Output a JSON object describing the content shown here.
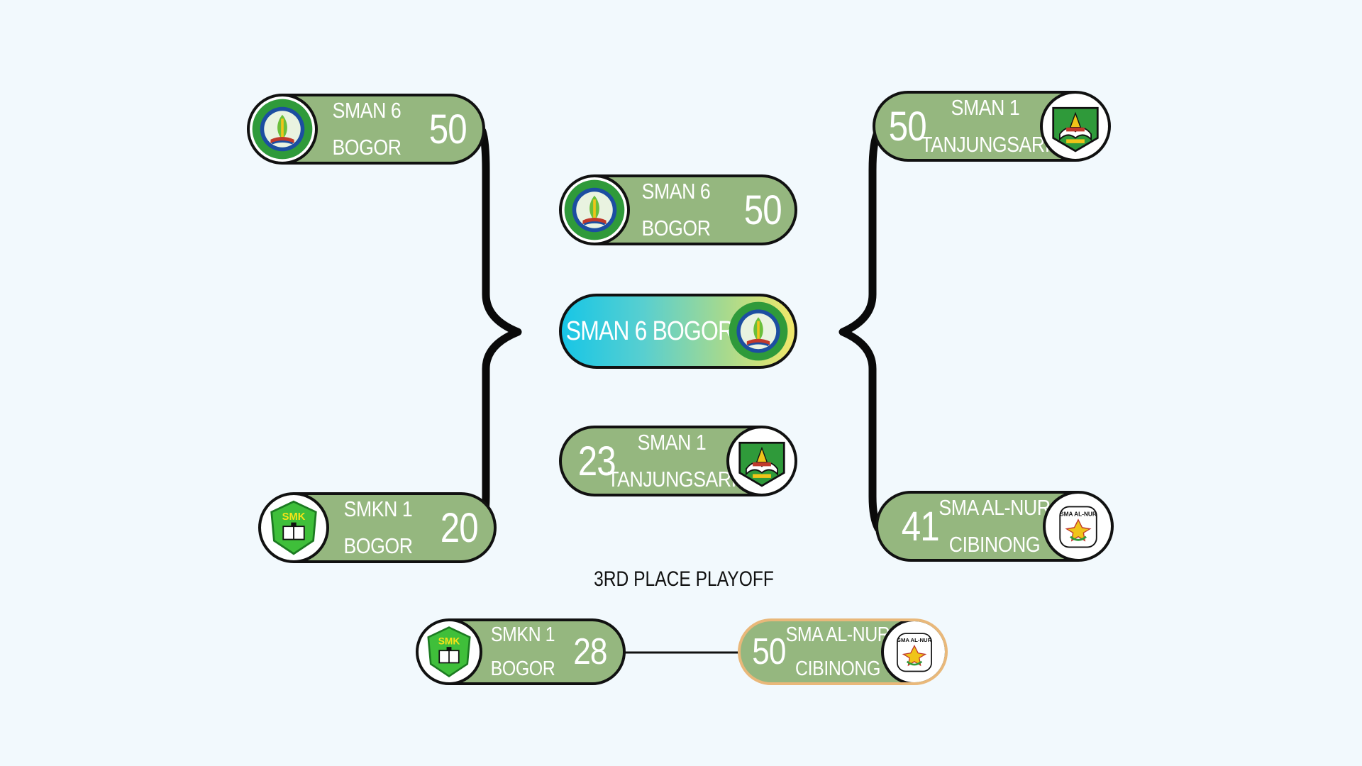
{
  "semifinals": {
    "left_top": {
      "team_line1": "SMAN 6",
      "team_line2": "BOGOR",
      "score": "50",
      "logo": "sman-6-bogor-logo"
    },
    "left_bottom": {
      "team_line1": "SMKN 1",
      "team_line2": "BOGOR",
      "score": "20",
      "logo": "smkn-1-bogor-logo"
    },
    "right_top": {
      "team_line1": "SMAN 1",
      "team_line2": "TANJUNGSARI",
      "score": "50",
      "logo": "sman-1-tanjungsari-logo"
    },
    "right_bottom": {
      "team_line1": "SMA AL-NUR",
      "team_line2": "CIBINONG",
      "score": "41",
      "logo": "sma-al-nur-cibinong-logo"
    }
  },
  "final": {
    "top": {
      "team_line1": "SMAN 6",
      "team_line2": "BOGOR",
      "score": "50",
      "logo": "sman-6-bogor-logo"
    },
    "bottom": {
      "team_line1": "SMAN 1",
      "team_line2": "TANJUNGSARI",
      "score": "23",
      "logo": "sman-1-tanjungsari-logo"
    }
  },
  "champion": {
    "name": "SMAN 6 BOGOR",
    "logo": "sman-6-bogor-logo"
  },
  "third_place": {
    "label": "3RD PLACE PLAYOFF",
    "left": {
      "team_line1": "SMKN 1",
      "team_line2": "BOGOR",
      "score": "28",
      "logo": "smkn-1-bogor-logo"
    },
    "right": {
      "team_line1": "SMA AL-NUR",
      "team_line2": "CIBINONG",
      "score": "50",
      "logo": "sma-al-nur-cibinong-logo"
    }
  },
  "colors": {
    "background": "#f2f9fd",
    "pill_fill": "#95b77f",
    "outline": "#111111",
    "text": "#ffffff",
    "bronze_border": "#e9b87a",
    "champion_gradient": [
      "#17c6e6",
      "#a6d98e",
      "#f2e86a"
    ]
  }
}
